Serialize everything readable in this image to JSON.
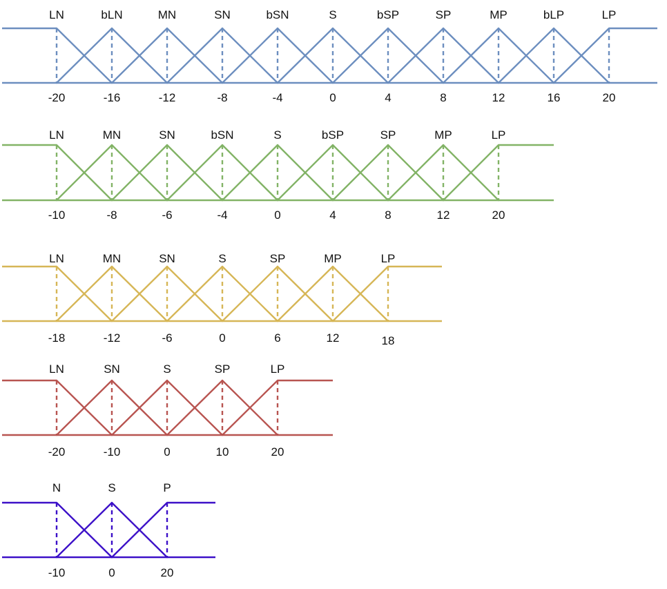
{
  "diagrams": [
    {
      "name": "membership-set-1",
      "color": "#6c8ebf",
      "terms": [
        "LN",
        "bLN",
        "MN",
        "SN",
        "bSN",
        "S",
        "bSP",
        "SP",
        "MP",
        "bLP",
        "LP"
      ],
      "ticks": [
        "-20",
        "-16",
        "-12",
        "-8",
        "-4",
        "0",
        "4",
        "8",
        "12",
        "16",
        "20"
      ]
    },
    {
      "name": "membership-set-2",
      "color": "#82b366",
      "terms": [
        "LN",
        "MN",
        "SN",
        "bSN",
        "S",
        "bSP",
        "SP",
        "MP",
        "LP"
      ],
      "ticks": [
        "-10",
        "-8",
        "-6",
        "-4",
        "0",
        "4",
        "8",
        "12",
        "20"
      ]
    },
    {
      "name": "membership-set-3",
      "color": "#d6b656",
      "terms": [
        "LN",
        "MN",
        "SN",
        "S",
        "SP",
        "MP",
        "LP"
      ],
      "ticks": [
        "-18",
        "-12",
        "-6",
        "0",
        "6",
        "12",
        "18"
      ]
    },
    {
      "name": "membership-set-4",
      "color": "#b85450",
      "terms": [
        "LN",
        "SN",
        "S",
        "SP",
        "LP"
      ],
      "ticks": [
        "-20",
        "-10",
        "0",
        "10",
        "20"
      ]
    },
    {
      "name": "membership-set-5",
      "color": "#3c10c8",
      "terms": [
        "N",
        "S",
        "P"
      ],
      "ticks": [
        "-10",
        "0",
        "20"
      ]
    }
  ]
}
